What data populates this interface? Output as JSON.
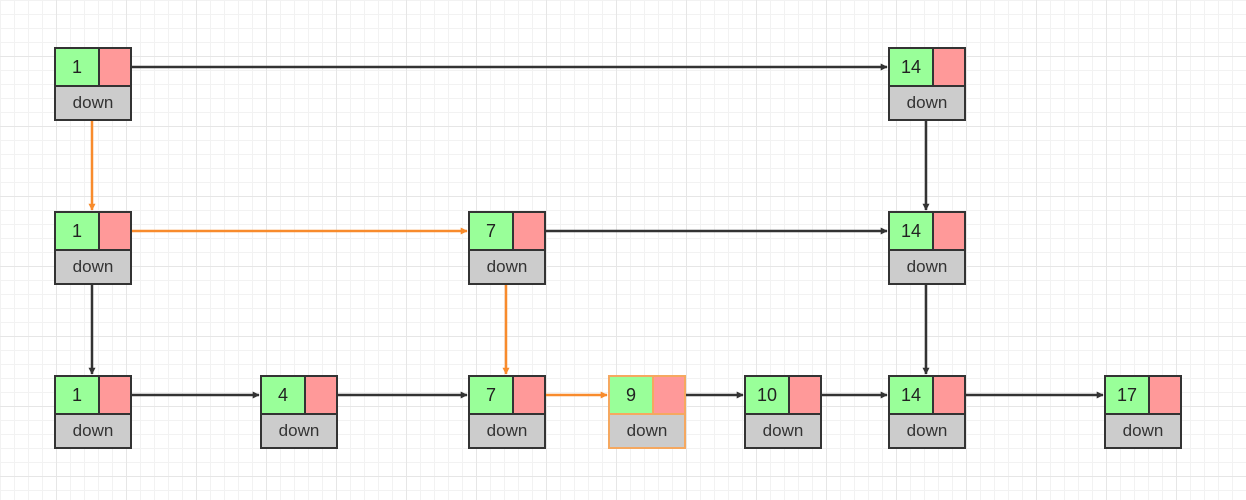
{
  "colors": {
    "value_fill": "#99ff99",
    "pointer_fill": "#ff9999",
    "down_fill": "#cccccc",
    "border": "#333333",
    "edge": "#333333",
    "search_path": "#f88b2c",
    "highlight_border": "#f5a860"
  },
  "nodes": [
    {
      "id": "l2-1",
      "level": 2,
      "value": "1",
      "down_label": "down"
    },
    {
      "id": "l2-14",
      "level": 2,
      "value": "14",
      "down_label": "down"
    },
    {
      "id": "l1-1",
      "level": 1,
      "value": "1",
      "down_label": "down"
    },
    {
      "id": "l1-7",
      "level": 1,
      "value": "7",
      "down_label": "down"
    },
    {
      "id": "l1-14",
      "level": 1,
      "value": "14",
      "down_label": "down"
    },
    {
      "id": "l0-1",
      "level": 0,
      "value": "1",
      "down_label": "down"
    },
    {
      "id": "l0-4",
      "level": 0,
      "value": "4",
      "down_label": "down"
    },
    {
      "id": "l0-7",
      "level": 0,
      "value": "7",
      "down_label": "down"
    },
    {
      "id": "l0-9",
      "level": 0,
      "value": "9",
      "down_label": "down",
      "highlighted": true
    },
    {
      "id": "l0-10",
      "level": 0,
      "value": "10",
      "down_label": "down"
    },
    {
      "id": "l0-14",
      "level": 0,
      "value": "14",
      "down_label": "down"
    },
    {
      "id": "l0-17",
      "level": 0,
      "value": "17",
      "down_label": "down"
    }
  ],
  "edges": [
    {
      "from": "l2-1",
      "to": "l2-14",
      "dir": "right",
      "search_path": false
    },
    {
      "from": "l2-1",
      "to": "l1-1",
      "dir": "down",
      "search_path": true
    },
    {
      "from": "l2-14",
      "to": "l1-14",
      "dir": "down",
      "search_path": false
    },
    {
      "from": "l1-1",
      "to": "l1-7",
      "dir": "right",
      "search_path": true
    },
    {
      "from": "l1-7",
      "to": "l1-14",
      "dir": "right",
      "search_path": false
    },
    {
      "from": "l1-1",
      "to": "l0-1",
      "dir": "down",
      "search_path": false
    },
    {
      "from": "l1-7",
      "to": "l0-7",
      "dir": "down",
      "search_path": true
    },
    {
      "from": "l1-14",
      "to": "l0-14",
      "dir": "down",
      "search_path": false
    },
    {
      "from": "l0-1",
      "to": "l0-4",
      "dir": "right",
      "search_path": false
    },
    {
      "from": "l0-4",
      "to": "l0-7",
      "dir": "right",
      "search_path": false
    },
    {
      "from": "l0-7",
      "to": "l0-9",
      "dir": "right",
      "search_path": true
    },
    {
      "from": "l0-9",
      "to": "l0-10",
      "dir": "right",
      "search_path": false
    },
    {
      "from": "l0-10",
      "to": "l0-14",
      "dir": "right",
      "search_path": false
    },
    {
      "from": "l0-14",
      "to": "l0-17",
      "dir": "right",
      "search_path": false
    }
  ]
}
